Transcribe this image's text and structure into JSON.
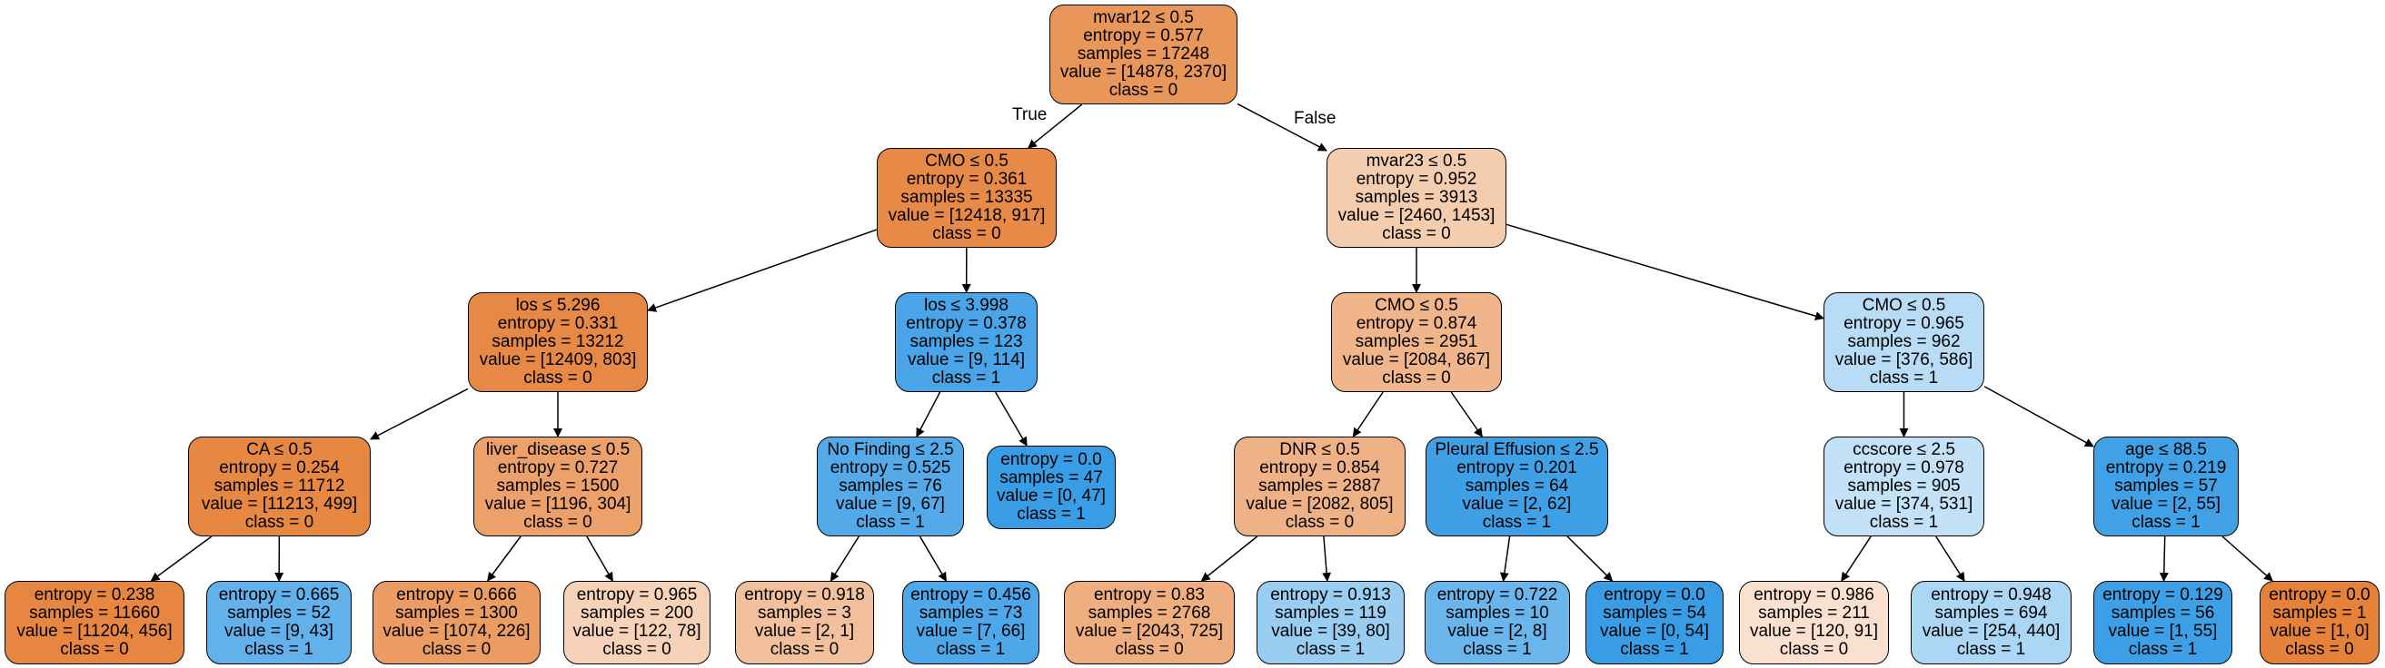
{
  "colors": {
    "class0_dark": "#e58139",
    "class1_dark": "#399de5",
    "edge": "#000000",
    "border": "#000000",
    "background": "#ffffff"
  },
  "edge_labels": {
    "true": "True",
    "false": "False"
  },
  "nodes": [
    {
      "id": "n0",
      "lines": [
        "mvar12 ≤ 0.5",
        "entropy = 0.577",
        "samples = 17248",
        "value = [14878, 2370]",
        "class = 0"
      ],
      "fill": "#e9965a"
    },
    {
      "id": "n1",
      "lines": [
        "CMO ≤ 0.5",
        "entropy = 0.361",
        "samples = 13335",
        "value = [12418, 917]",
        "class = 0"
      ],
      "fill": "#e78a48"
    },
    {
      "id": "n2",
      "lines": [
        "mvar23 ≤ 0.5",
        "entropy = 0.952",
        "samples = 3913",
        "value = [2460, 1453]",
        "class = 0"
      ],
      "fill": "#f4ccae"
    },
    {
      "id": "n3",
      "lines": [
        "los ≤ 5.296",
        "entropy = 0.331",
        "samples = 13212",
        "value = [12409, 803]",
        "class = 0"
      ],
      "fill": "#e78946"
    },
    {
      "id": "n4",
      "lines": [
        "los ≤ 3.998",
        "entropy = 0.378",
        "samples = 123",
        "value = [9, 114]",
        "class = 1"
      ],
      "fill": "#49a5e7"
    },
    {
      "id": "n5",
      "lines": [
        "CMO ≤ 0.5",
        "entropy = 0.874",
        "samples = 2951",
        "value = [2084, 867]",
        "class = 0"
      ],
      "fill": "#f0b58b"
    },
    {
      "id": "n6",
      "lines": [
        "CMO ≤ 0.5",
        "entropy = 0.965",
        "samples = 962",
        "value = [376, 586]",
        "class = 1"
      ],
      "fill": "#b8dcf6"
    },
    {
      "id": "n7",
      "lines": [
        "CA ≤ 0.5",
        "entropy = 0.254",
        "samples = 11712",
        "value = [11213, 499]",
        "class = 0"
      ],
      "fill": "#e68742"
    },
    {
      "id": "n8",
      "lines": [
        "liver_disease ≤ 0.5",
        "entropy = 0.727",
        "samples = 1500",
        "value = [1196, 304]",
        "class = 0"
      ],
      "fill": "#eca16b"
    },
    {
      "id": "n9",
      "lines": [
        "No Finding ≤ 2.5",
        "entropy = 0.525",
        "samples = 76",
        "value = [9, 67]",
        "class = 1"
      ],
      "fill": "#54aae8"
    },
    {
      "id": "n10",
      "lines": [
        "entropy = 0.0",
        "samples = 47",
        "value = [0, 47]",
        "class = 1"
      ],
      "fill": "#399de5"
    },
    {
      "id": "n11",
      "lines": [
        "DNR ≤ 0.5",
        "entropy = 0.854",
        "samples = 2887",
        "value = [2082, 805]",
        "class = 0"
      ],
      "fill": "#efb286"
    },
    {
      "id": "n12",
      "lines": [
        "Pleural Effusion ≤ 2.5",
        "entropy = 0.201",
        "samples = 64",
        "value = [2, 62]",
        "class = 1"
      ],
      "fill": "#3fa0e6"
    },
    {
      "id": "n13",
      "lines": [
        "ccscore ≤ 2.5",
        "entropy = 0.978",
        "samples = 905",
        "value = [374, 531]",
        "class = 1"
      ],
      "fill": "#c4e2f7"
    },
    {
      "id": "n14",
      "lines": [
        "age ≤ 88.5",
        "entropy = 0.219",
        "samples = 57",
        "value = [2, 55]",
        "class = 1"
      ],
      "fill": "#40a1e6"
    },
    {
      "id": "n15",
      "lines": [
        "entropy = 0.238",
        "samples = 11660",
        "value = [11204, 456]",
        "class = 0"
      ],
      "fill": "#e68641"
    },
    {
      "id": "n16",
      "lines": [
        "entropy = 0.665",
        "samples = 52",
        "value = [9, 43]",
        "class = 1"
      ],
      "fill": "#62b1ea"
    },
    {
      "id": "n17",
      "lines": [
        "entropy = 0.666",
        "samples = 1300",
        "value = [1074, 226]",
        "class = 0"
      ],
      "fill": "#ea9c63"
    },
    {
      "id": "n18",
      "lines": [
        "entropy = 0.965",
        "samples = 200",
        "value = [122, 78]",
        "class = 0"
      ],
      "fill": "#f6d2b8"
    },
    {
      "id": "n19",
      "lines": [
        "entropy = 0.918",
        "samples = 3",
        "value = [2, 1]",
        "class = 0"
      ],
      "fill": "#f2c09c"
    },
    {
      "id": "n20",
      "lines": [
        "entropy = 0.456",
        "samples = 73",
        "value = [7, 66]",
        "class = 1"
      ],
      "fill": "#4ea7e8"
    },
    {
      "id": "n21",
      "lines": [
        "entropy = 0.83",
        "samples = 2768",
        "value = [2043, 725]",
        "class = 0"
      ],
      "fill": "#eeae7f"
    },
    {
      "id": "n22",
      "lines": [
        "entropy = 0.913",
        "samples = 119",
        "value = [39, 80]",
        "class = 1"
      ],
      "fill": "#9acdf2"
    },
    {
      "id": "n23",
      "lines": [
        "entropy = 0.722",
        "samples = 10",
        "value = [2, 8]",
        "class = 1"
      ],
      "fill": "#6ab6ec"
    },
    {
      "id": "n24",
      "lines": [
        "entropy = 0.0",
        "samples = 54",
        "value = [0, 54]",
        "class = 1"
      ],
      "fill": "#399de5"
    },
    {
      "id": "n25",
      "lines": [
        "entropy = 0.986",
        "samples = 211",
        "value = [120, 91]",
        "class = 0"
      ],
      "fill": "#f9e0cf"
    },
    {
      "id": "n26",
      "lines": [
        "entropy = 0.948",
        "samples = 694",
        "value = [254, 440]",
        "class = 1"
      ],
      "fill": "#abd6f4"
    },
    {
      "id": "n27",
      "lines": [
        "entropy = 0.129",
        "samples = 56",
        "value = [1, 55]",
        "class = 1"
      ],
      "fill": "#3d9fe5"
    },
    {
      "id": "n28",
      "lines": [
        "entropy = 0.0",
        "samples = 1",
        "value = [1, 0]",
        "class = 0"
      ],
      "fill": "#e58139"
    }
  ]
}
